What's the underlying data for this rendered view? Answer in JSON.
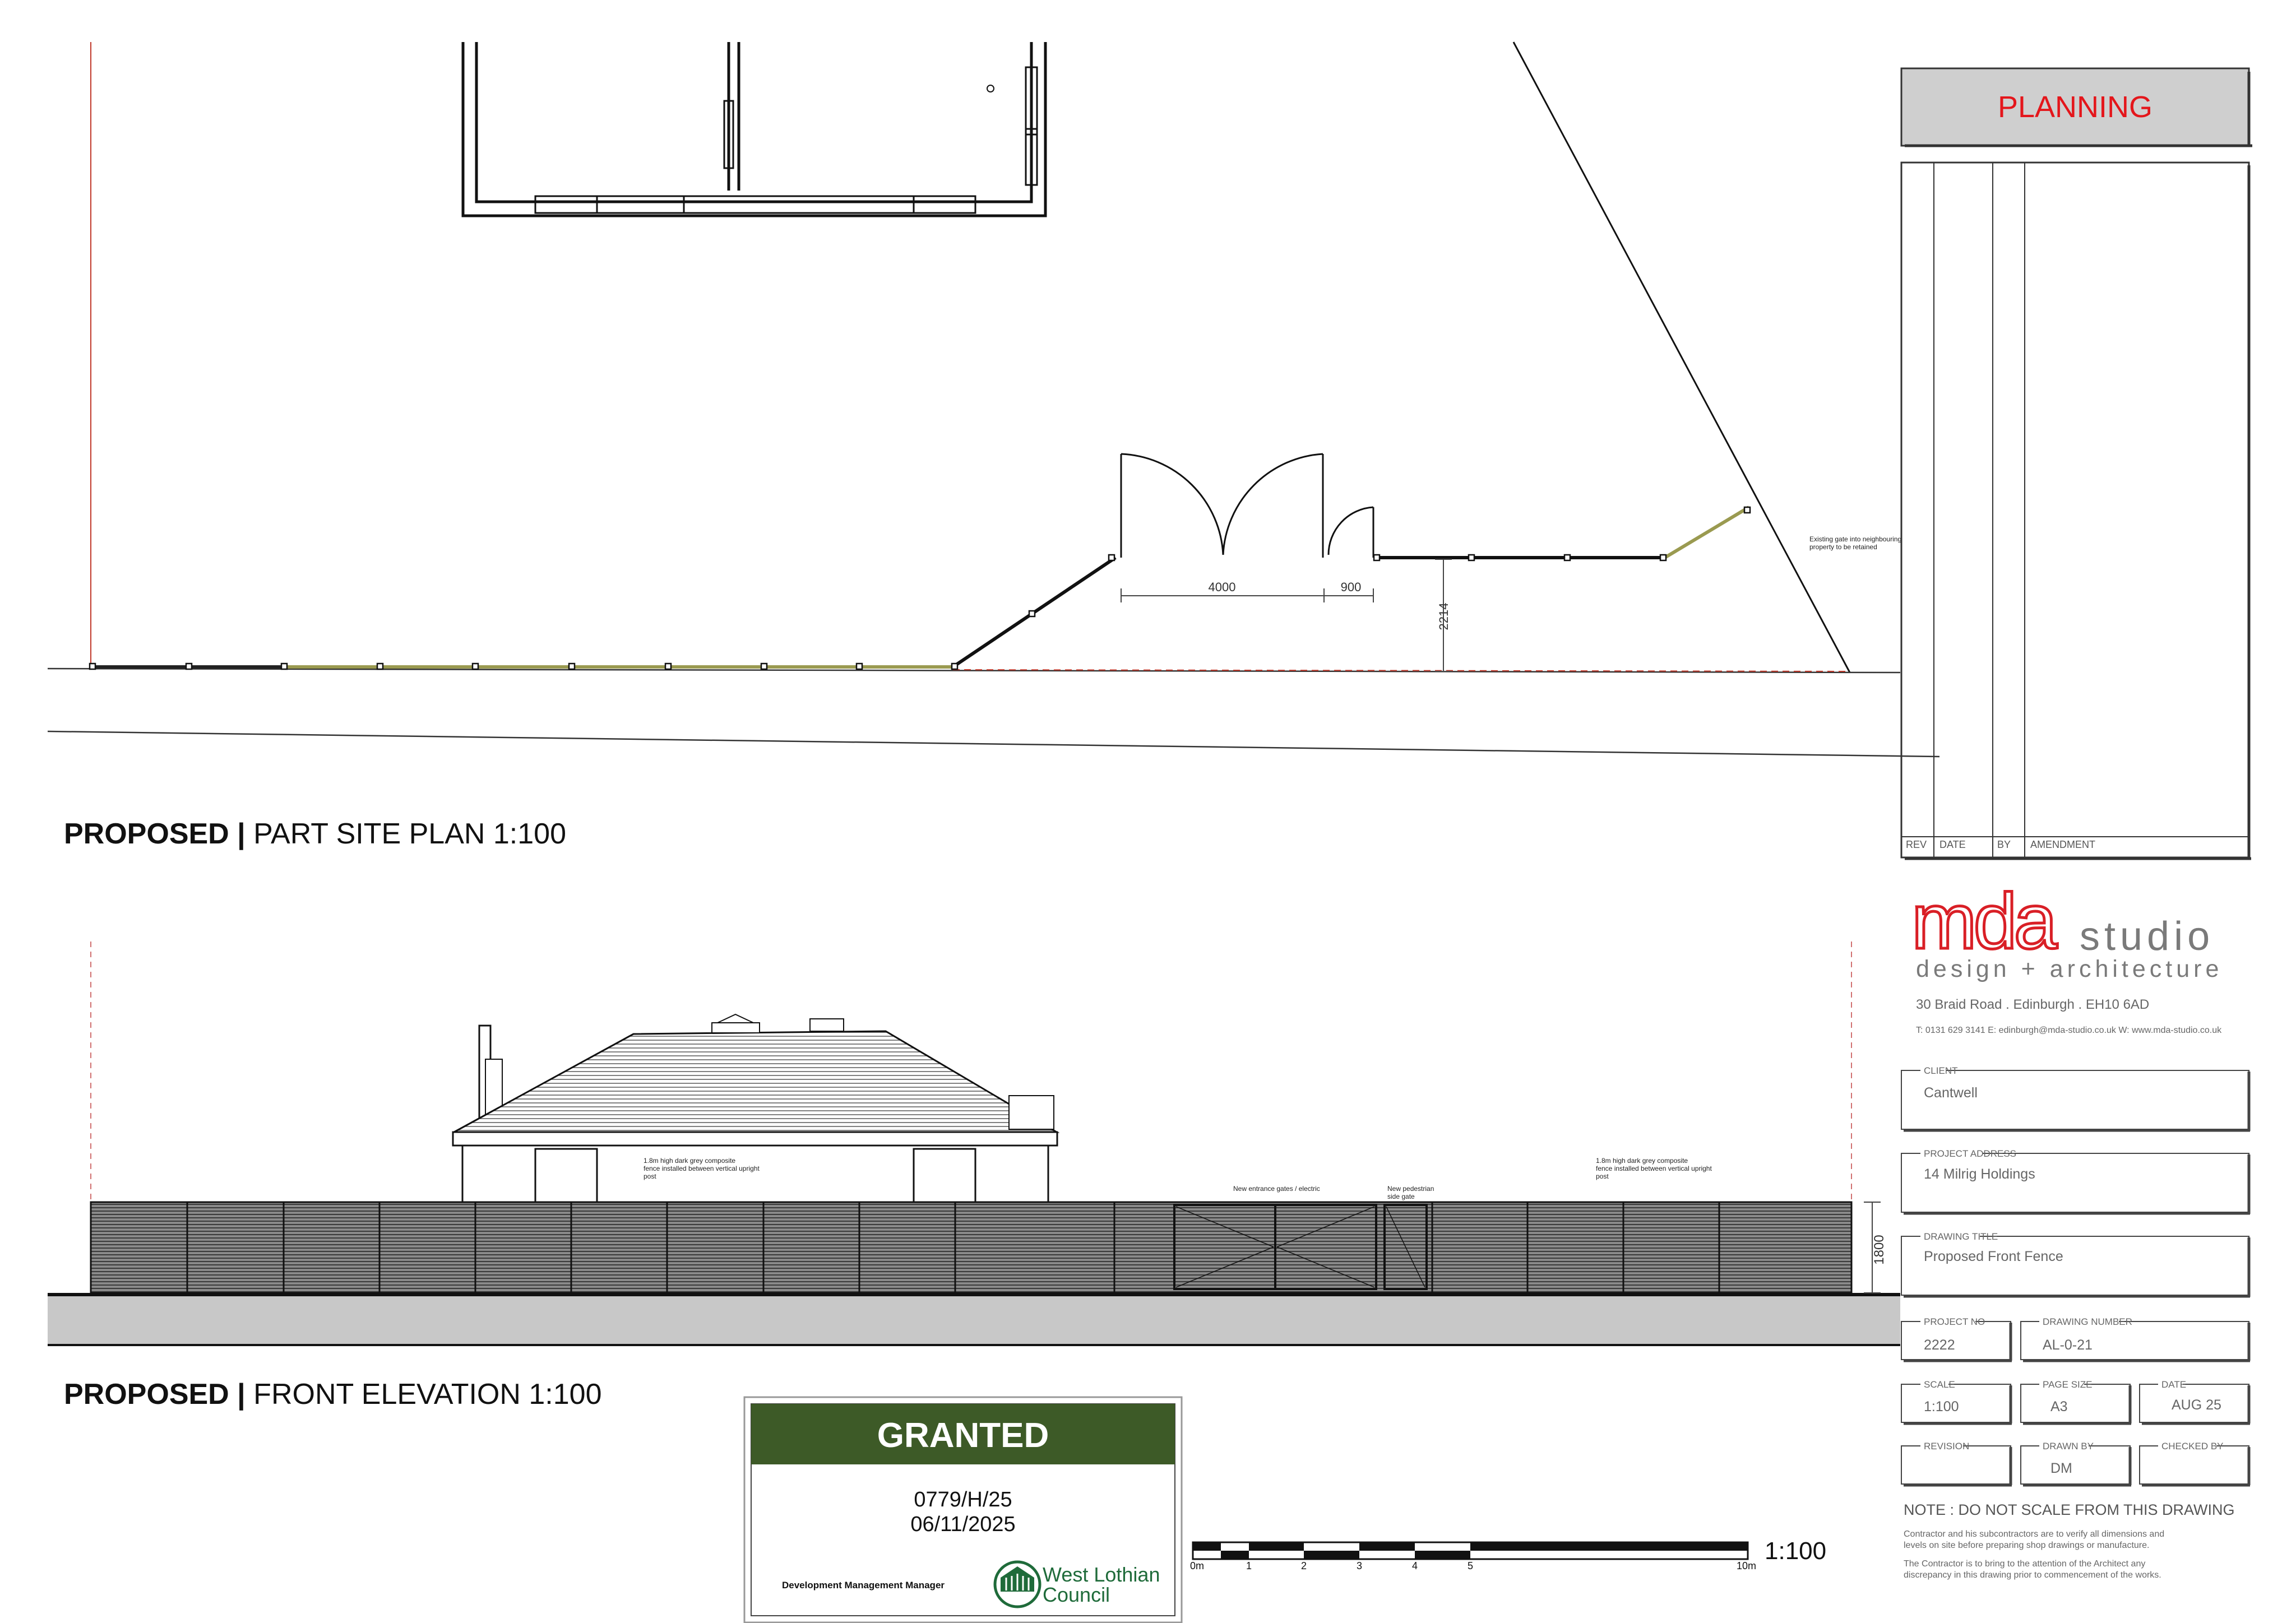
{
  "title_block": {
    "status": "PLANNING",
    "revision_columns": [
      "REV",
      "DATE",
      "BY",
      "AMENDMENT"
    ],
    "logo_letters": "mda",
    "logo_word": "studio",
    "tagline": "design + architecture",
    "address": "30 Braid Road . Edinburgh . EH10 6AD",
    "contact": "T: 0131 629 3141   E: edinburgh@mda-studio.co.uk  W: www.mda-studio.co.uk",
    "client_label": "CLIENT",
    "client": "Cantwell",
    "project_address_label": "PROJECT ADDRESS",
    "project_address": "14 Milrig Holdings",
    "drawing_title_label": "DRAWING TITLE",
    "drawing_title": "Proposed Front Fence",
    "project_no_label": "PROJECT NO",
    "project_no": "2222",
    "drawing_number_label": "DRAWING NUMBER",
    "drawing_number": "AL-0-21",
    "scale_label": "SCALE",
    "scale": "1:100",
    "page_size_label": "PAGE SIZE",
    "page_size": "A3",
    "date_label": "DATE",
    "date": "AUG 25",
    "revision_label": "REVISION",
    "revision": "",
    "drawn_by_label": "DRAWN BY",
    "drawn_by": "DM",
    "checked_by_label": "CHECKED BY",
    "checked_by": "",
    "note": "NOTE : DO NOT SCALE FROM THIS DRAWING",
    "note_line1": "Contractor and his subcontractors are to verify all dimensions and",
    "note_line2": "levels on site before preparing shop drawings or manufacture.",
    "note_line3": "The Contractor is to bring to the attention of the Architect any",
    "note_line4": "discrepancy in this drawing prior to commencement of the works."
  },
  "site_plan": {
    "heading_bold": "PROPOSED |",
    "heading_rest": " PART SITE PLAN 1:100",
    "dim_gate": "4000",
    "dim_side_gate": "900",
    "dim_setback": "2214",
    "note_existing_gate_line1": "Existing gate into neighbouring",
    "note_existing_gate_line2": "property to be retained"
  },
  "elevation": {
    "heading_bold": "PROPOSED |",
    "heading_rest": " FRONT ELEVATION 1:100",
    "note_left_line1": "1.8m high dark grey composite",
    "note_left_line2": "fence installed between vertical upright",
    "note_left_line3": "post",
    "note_right_line1": "1.8m high dark grey composite",
    "note_right_line2": "fence installed between vertical upright",
    "note_right_line3": "post",
    "note_entrance_gates": "New entrance gates / electric",
    "note_ped_gate_line1": "New pedestrian",
    "note_ped_gate_line2": "side gate",
    "dim_height": "1800"
  },
  "stamp": {
    "status": "GRANTED",
    "reference": "0779/H/25",
    "date": "06/11/2025",
    "signatory": "Development Management Manager",
    "council_line1": "West Lothian",
    "council_line2": "Council"
  },
  "scale_bar": {
    "ratio": "1:100",
    "labels": [
      "0m",
      "1",
      "2",
      "3",
      "4",
      "5",
      "10m"
    ]
  },
  "colors": {
    "planning_red": "#e4161b",
    "logo_red": "#d91f26",
    "logo_grey": "#7a7a7a",
    "stamp_green": "#3d5a27",
    "council_green": "#1f6b3a",
    "fence_grey": "#6a6a6a",
    "ground_grey": "#c8c8c8",
    "planning_box_grey": "#cfcfcf"
  }
}
